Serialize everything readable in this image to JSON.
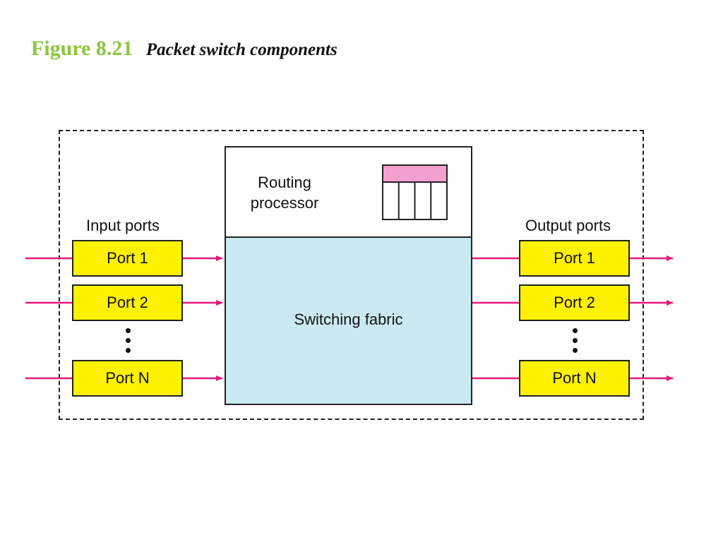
{
  "caption": {
    "figure_number": "Figure 8.21",
    "title": "Packet switch components"
  },
  "routing_processor": {
    "label": "Routing\nprocessor"
  },
  "switching_fabric": {
    "label": "Switching fabric"
  },
  "input_group": {
    "label": "Input ports",
    "ports": [
      "Port 1",
      "Port 2",
      "Port N"
    ]
  },
  "output_group": {
    "label": "Output ports",
    "ports": [
      "Port 1",
      "Port 2",
      "Port N"
    ]
  },
  "colors": {
    "caption_number": "#8cc63f",
    "port_fill": "#fff200",
    "fabric_fill": "#c9eaf2",
    "table_header_fill": "#f59fd1",
    "arrow": "#e6197d"
  },
  "icons": {
    "routing_table": "routing-table-icon",
    "ellipsis": "vertical-ellipsis-icon"
  }
}
